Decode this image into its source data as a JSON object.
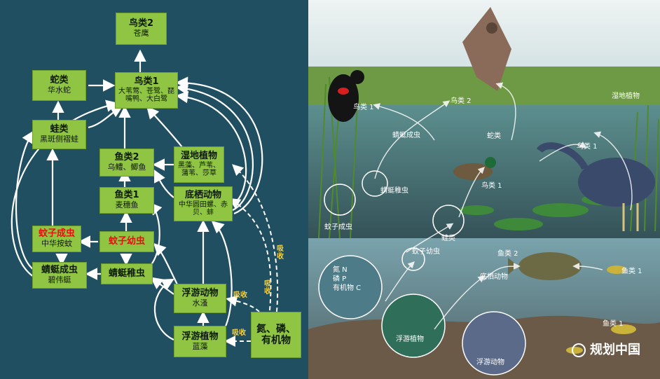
{
  "nodes": {
    "bird2": {
      "title": "鸟类2",
      "sub": "苍鹰"
    },
    "bird1": {
      "title": "鸟类1",
      "sub": "大苇莺、苍鹭、琵嘴鸭、大白鹭"
    },
    "snake": {
      "title": "蛇类",
      "sub": "华水蛇"
    },
    "frog": {
      "title": "蛙类",
      "sub": "黑斑侧褶蛙"
    },
    "fish2": {
      "title": "鱼类2",
      "sub": "乌鳢、鲫鱼"
    },
    "wetland_plant": {
      "title": "湿地植物",
      "sub": "黑藻、芦苇、蒲苇、莎草"
    },
    "fish1": {
      "title": "鱼类1",
      "sub": "麦穗鱼"
    },
    "benthic": {
      "title": "底栖动物",
      "sub": "中华圆田螺、赤贝、蚌"
    },
    "mosquito_adult": {
      "title": "蚊子成虫",
      "sub": "中华按蚊"
    },
    "mosquito_larva": {
      "title": "蚊子幼虫",
      "sub": ""
    },
    "dragonfly_adult": {
      "title": "蜻蜓成虫",
      "sub": "碧伟蜓"
    },
    "dragonfly_larva": {
      "title": "蜻蜓稚虫",
      "sub": ""
    },
    "zooplankton": {
      "title": "浮游动物",
      "sub": "水溞"
    },
    "phytoplankton": {
      "title": "浮游植物",
      "sub": "蓝藻"
    },
    "nutrients": {
      "title": "氮、磷、有机物",
      "sub": ""
    }
  },
  "absorb_labels": {
    "a1": "吸收",
    "a2": "吸收",
    "a3": "吸收",
    "a4": "吸收"
  },
  "scene_labels": {
    "bird1_top": "鸟类 1",
    "bird2": "鸟类 2",
    "wetland_plant": "湿地植物",
    "dragonfly_adult": "蜻蜓成虫",
    "snake": "蛇类",
    "bird1_right": "鸟类 1",
    "dragonfly_larva": "蜻蜓稚虫",
    "bird1_mid": "鸟类 1",
    "mosquito_adult": "蚊子成虫",
    "frog": "蛙类",
    "mosquito_larva": "蚊子幼虫",
    "fish2": "鱼类 2",
    "benthic": "底栖动物",
    "fish1_right": "鱼类 1",
    "nutrients_1": "氮 N",
    "nutrients_2": "磷 P",
    "nutrients_3": "有机物 C",
    "phytoplankton": "浮游植物",
    "zooplankton": "浮游动物",
    "fish1_low": "鱼类 1"
  },
  "watermark": "规划中国",
  "colors": {
    "panel": "#1f4f60",
    "node": "#8fc543",
    "arrow": "#ffffff",
    "highlight": "#e0120f",
    "absorb": "#f2d24a"
  }
}
